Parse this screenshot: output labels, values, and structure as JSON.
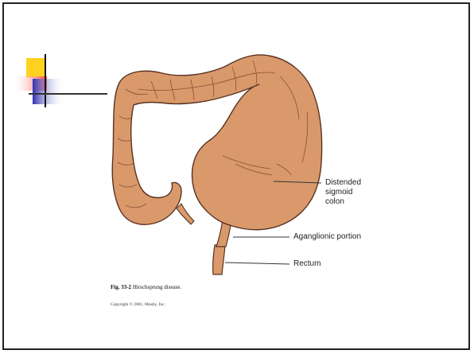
{
  "labels": {
    "distended_line1": "Distended",
    "distended_line2": "sigmoid",
    "distended_line3": "colon",
    "aganglionic": "Aganglionic portion",
    "rectum": "Rectum"
  },
  "caption": {
    "figure_number": "Fig. 33-2",
    "figure_title": "Hirschsprung disease."
  },
  "copyright": "Copyright © 2001, Mosby, Inc.",
  "colors": {
    "colon_fill": "#d9996b",
    "colon_outline": "#5a3220",
    "leader_line": "#333333",
    "deco_yellow": "#ffd21f",
    "deco_red": "#ff3b3b",
    "deco_blue": "#2f2fb0"
  }
}
